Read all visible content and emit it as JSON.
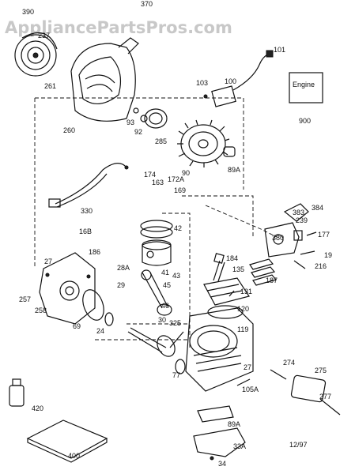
{
  "watermark": "AppliancePartsPros.com",
  "date_code": "12/97",
  "manual": {
    "title": "Engine",
    "number": "900"
  },
  "labels": [
    "390",
    "237",
    "370",
    "261",
    "260",
    "93",
    "92",
    "285",
    "101",
    "103",
    "100",
    "90",
    "89A",
    "174",
    "163",
    "172A",
    "169",
    "330",
    "42",
    "16B",
    "186",
    "28A",
    "41",
    "43",
    "27",
    "29",
    "45",
    "46",
    "257",
    "258",
    "69",
    "24",
    "30",
    "325",
    "184",
    "135",
    "187",
    "131",
    "120",
    "119",
    "380",
    "383",
    "239",
    "384",
    "177",
    "19",
    "216",
    "77",
    "27",
    "105A",
    "274",
    "275",
    "277",
    "89A",
    "33A",
    "34",
    "420",
    "400"
  ]
}
